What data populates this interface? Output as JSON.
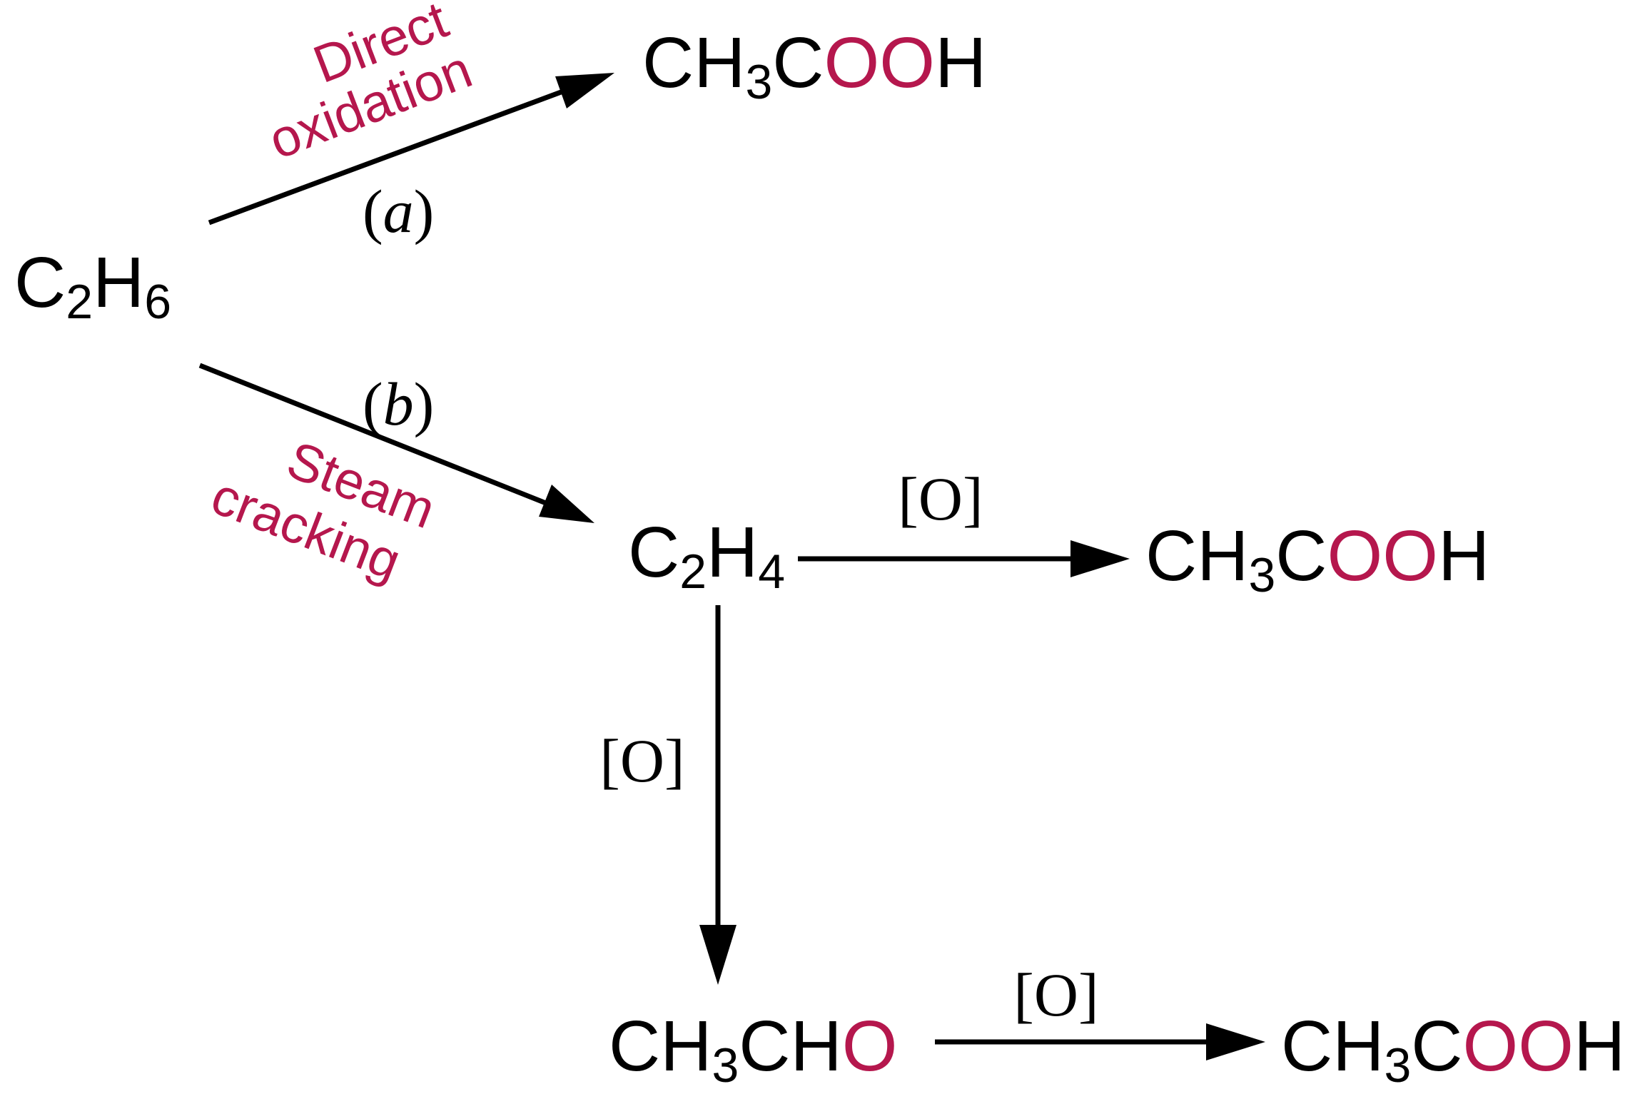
{
  "colors": {
    "text": "#000000",
    "highlight": "#b5174d",
    "background": "#ffffff"
  },
  "species": {
    "ethane": {
      "part1": "C",
      "sub1": "2",
      "part2": "H",
      "sub2": "6"
    },
    "acetic_acid_top": {
      "a": "CH",
      "sub": "3",
      "b": "C",
      "hl": "OO",
      "c": "H"
    },
    "ethylene": {
      "part1": "C",
      "sub1": "2",
      "part2": "H",
      "sub2": "4"
    },
    "acetic_acid_middle": {
      "a": "CH",
      "sub": "3",
      "b": "C",
      "hl": "OO",
      "c": "H"
    },
    "acetaldehyde": {
      "a": "CH",
      "sub": "3",
      "b": "CH",
      "hl": "O"
    },
    "acetic_acid_bottom": {
      "a": "CH",
      "sub": "3",
      "b": "C",
      "hl": "OO",
      "c": "H"
    }
  },
  "routes": {
    "a": {
      "open": "(",
      "letter": "a",
      "close": ")",
      "line1": "Direct",
      "line2": "oxidation"
    },
    "b": {
      "open": "(",
      "letter": "b",
      "close": ")",
      "line1": "Steam",
      "line2": "cracking"
    }
  },
  "oxidant_labels": {
    "ethylene_to_acid": "[O]",
    "ethylene_to_aldehyde": "[O]",
    "aldehyde_to_acid": "[O]"
  },
  "icons": {
    "arrow": "arrow-right-icon"
  }
}
